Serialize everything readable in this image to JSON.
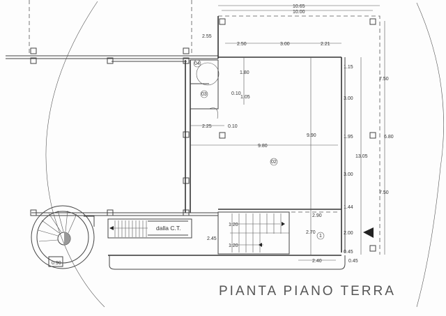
{
  "title": "PIANTA PIANO TERRA",
  "annotations": {
    "from_ct": "dalla C.T."
  },
  "rooms": [
    "02",
    "1",
    "04",
    "03"
  ],
  "dimensions": {
    "top_outer": "10.65",
    "top_inner": "10.00",
    "canopy_depth": "2.55",
    "bay_1": "2.50",
    "bay_2": "3.00",
    "bay_3": "2.21",
    "wc_depth": "1.80",
    "wc_gap": "0.10",
    "wc_door": "1.05",
    "left_width": "2.25",
    "left_gap": "0.10",
    "hall_width": "9.80",
    "hall_depth": "9.90",
    "total_depth": "13.05",
    "right_outer_top": "7.50",
    "right_outer_mid": "6.80",
    "right_outer_bottom": "7.50",
    "side_1": "1.15",
    "side_2": "3.00",
    "side_3": "1.95",
    "side_4": "3.00",
    "side_5": "1.44",
    "side_6": "2.00",
    "side_7": "0.45",
    "side_8": "0.45",
    "entry_width": "2.90",
    "entry_depth": "2.70",
    "ramp": "2.40",
    "stair_height": "2.45",
    "stair_run_1": "1.20",
    "stair_run_2": "1.20",
    "spiral_width": "0.90"
  }
}
